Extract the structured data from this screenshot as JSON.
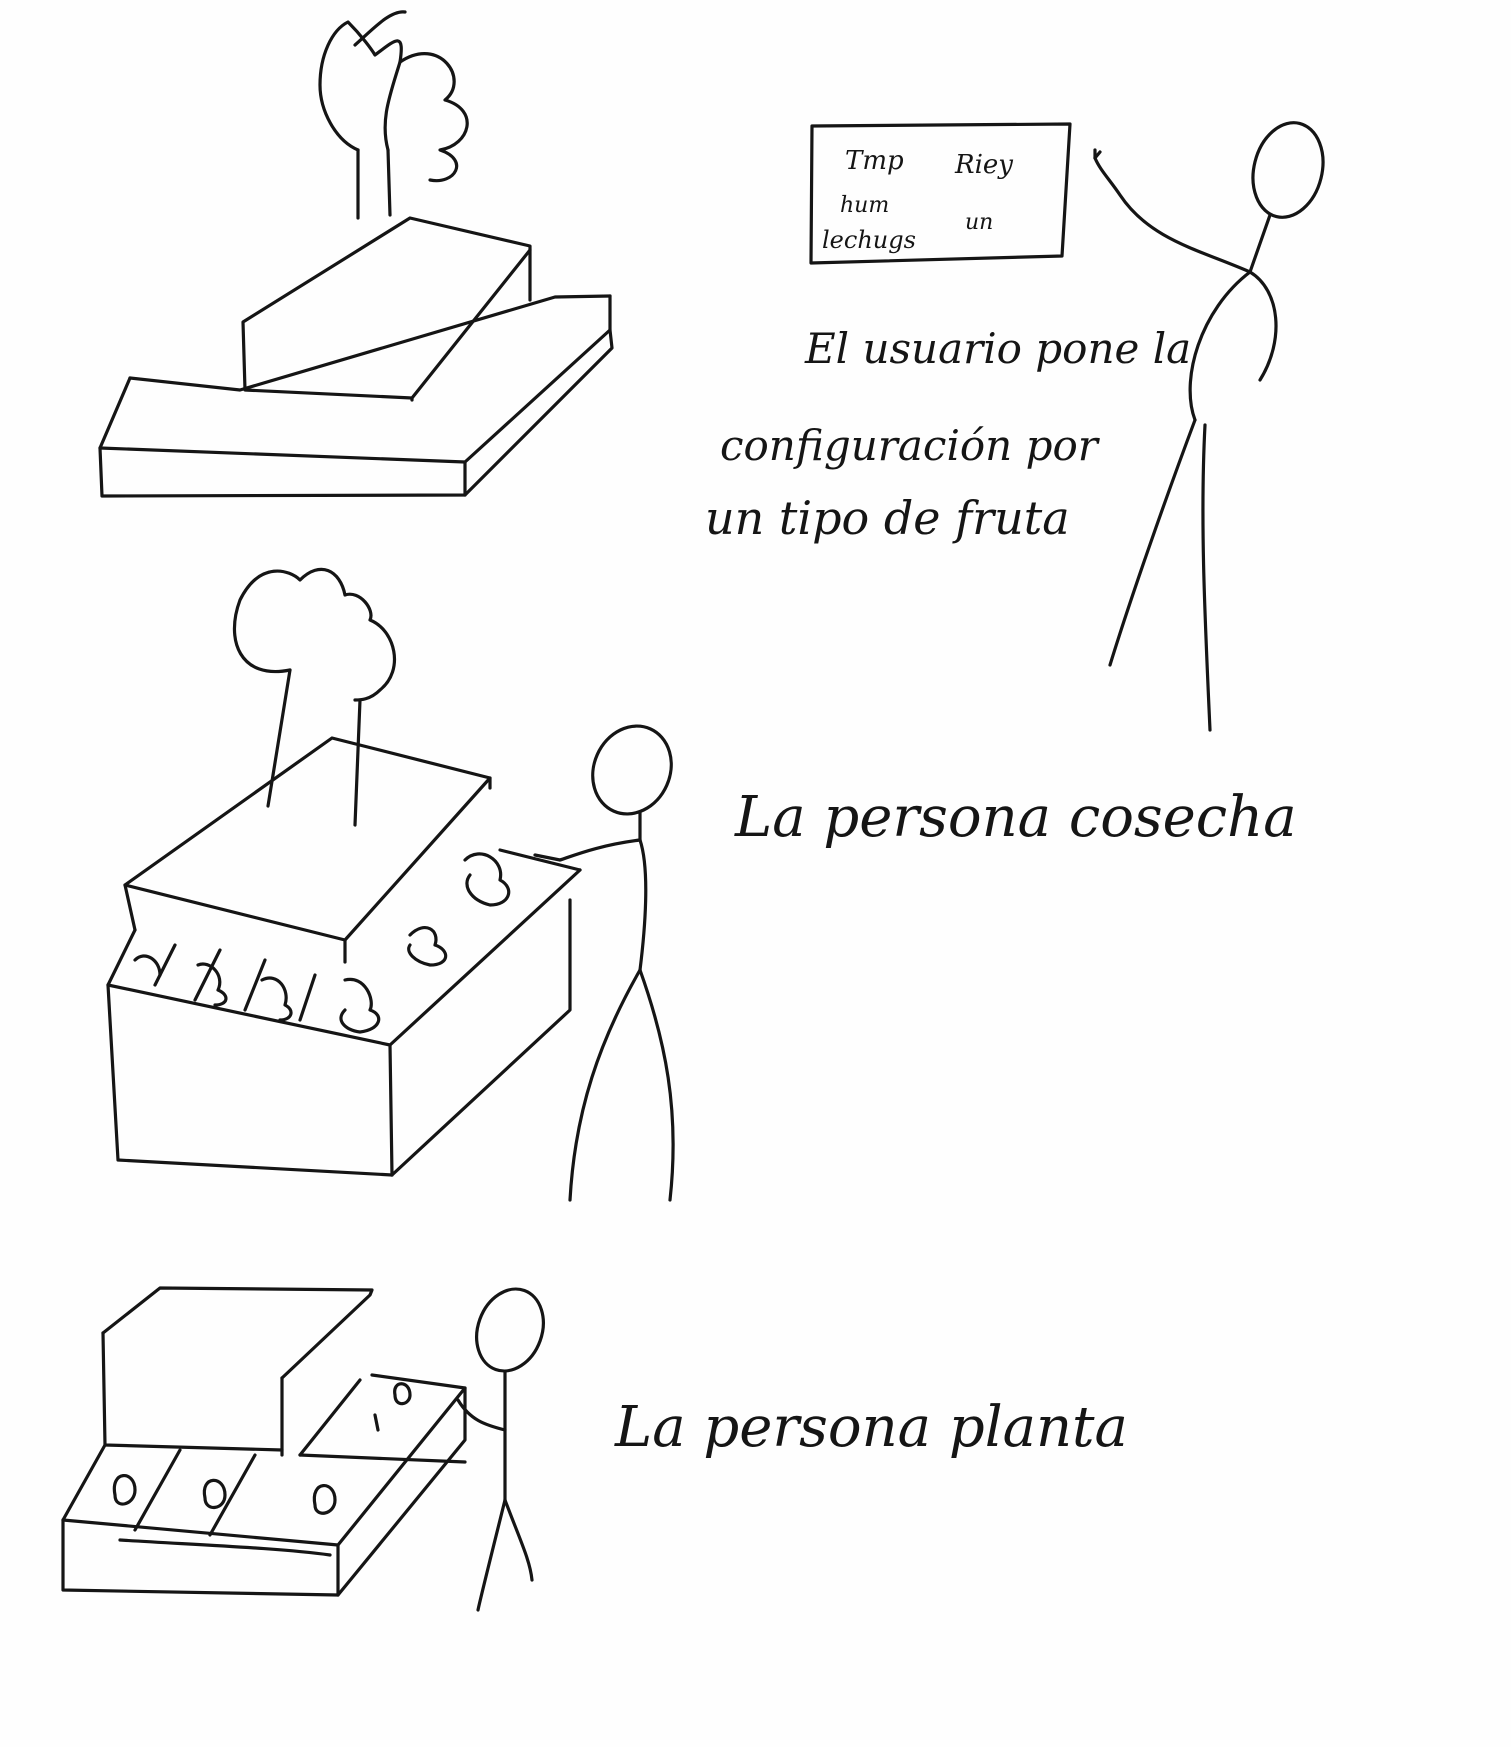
{
  "panel": {
    "row1_left": "Tmp",
    "row1_right": "Riey",
    "row2_left": "hum",
    "row2_right": "un",
    "row3_left": "lechugs"
  },
  "captions": {
    "configure": [
      "El usuario pone la",
      "configuración por",
      "un tipo de fruta"
    ],
    "harvest": "La persona cosecha",
    "plant": "La persona planta"
  }
}
